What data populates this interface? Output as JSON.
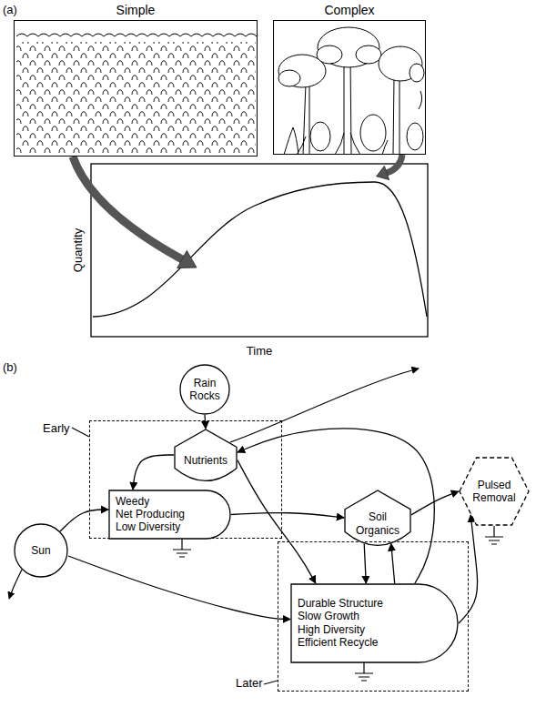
{
  "diagram": {
    "nodes": [
      {
        "text": [
          "Simple"
        ]
      },
      {
        "text": [
          "Complex"
        ]
      },
      {
        "text": [
          "Rain Rocks"
        ]
      },
      {
        "text": [
          "Early"
        ]
      },
      {
        "text": [
          "Nutrients"
        ],
        "in": 3
      },
      {
        "text": [
          "Weedy",
          "Net Producing",
          "Low Diversity"
        ],
        "in": 3
      },
      {
        "text": [
          "Sun"
        ]
      },
      {
        "text": [
          "Soil Organics"
        ]
      },
      {
        "text": [
          "Later"
        ]
      },
      {
        "text": [
          "Durable Structure",
          "Slow Growth",
          "High Diversity",
          "Efficient Recycle"
        ],
        "in": 8
      },
      {
        "text": [
          "Pulsed Removal"
        ]
      }
    ],
    "edges": [
      {
        "from": 2,
        "to": 4,
        "arrow": "to"
      },
      {
        "from": 4,
        "to": 5,
        "arrow": "to"
      },
      {
        "from": 6,
        "to": 5,
        "arrow": "to"
      },
      {
        "from": 6,
        "to": 9,
        "arrow": "to"
      },
      {
        "from": 5,
        "to": 7,
        "arrow": "to"
      },
      {
        "from": 4,
        "to": 9,
        "arrow": "to"
      },
      {
        "from": 7,
        "to": 9,
        "arrow": "to"
      },
      {
        "from": 9,
        "to": 7,
        "arrow": "to"
      },
      {
        "from": 9,
        "to": 4,
        "arrow": "to"
      },
      {
        "from": 9,
        "to": 10,
        "arrow": "to"
      },
      {
        "from": 7,
        "to": 10,
        "arrow": "to"
      }
    ],
    "labels": [
      "(a)",
      "Quantity",
      "Time",
      "(b)"
    ]
  }
}
